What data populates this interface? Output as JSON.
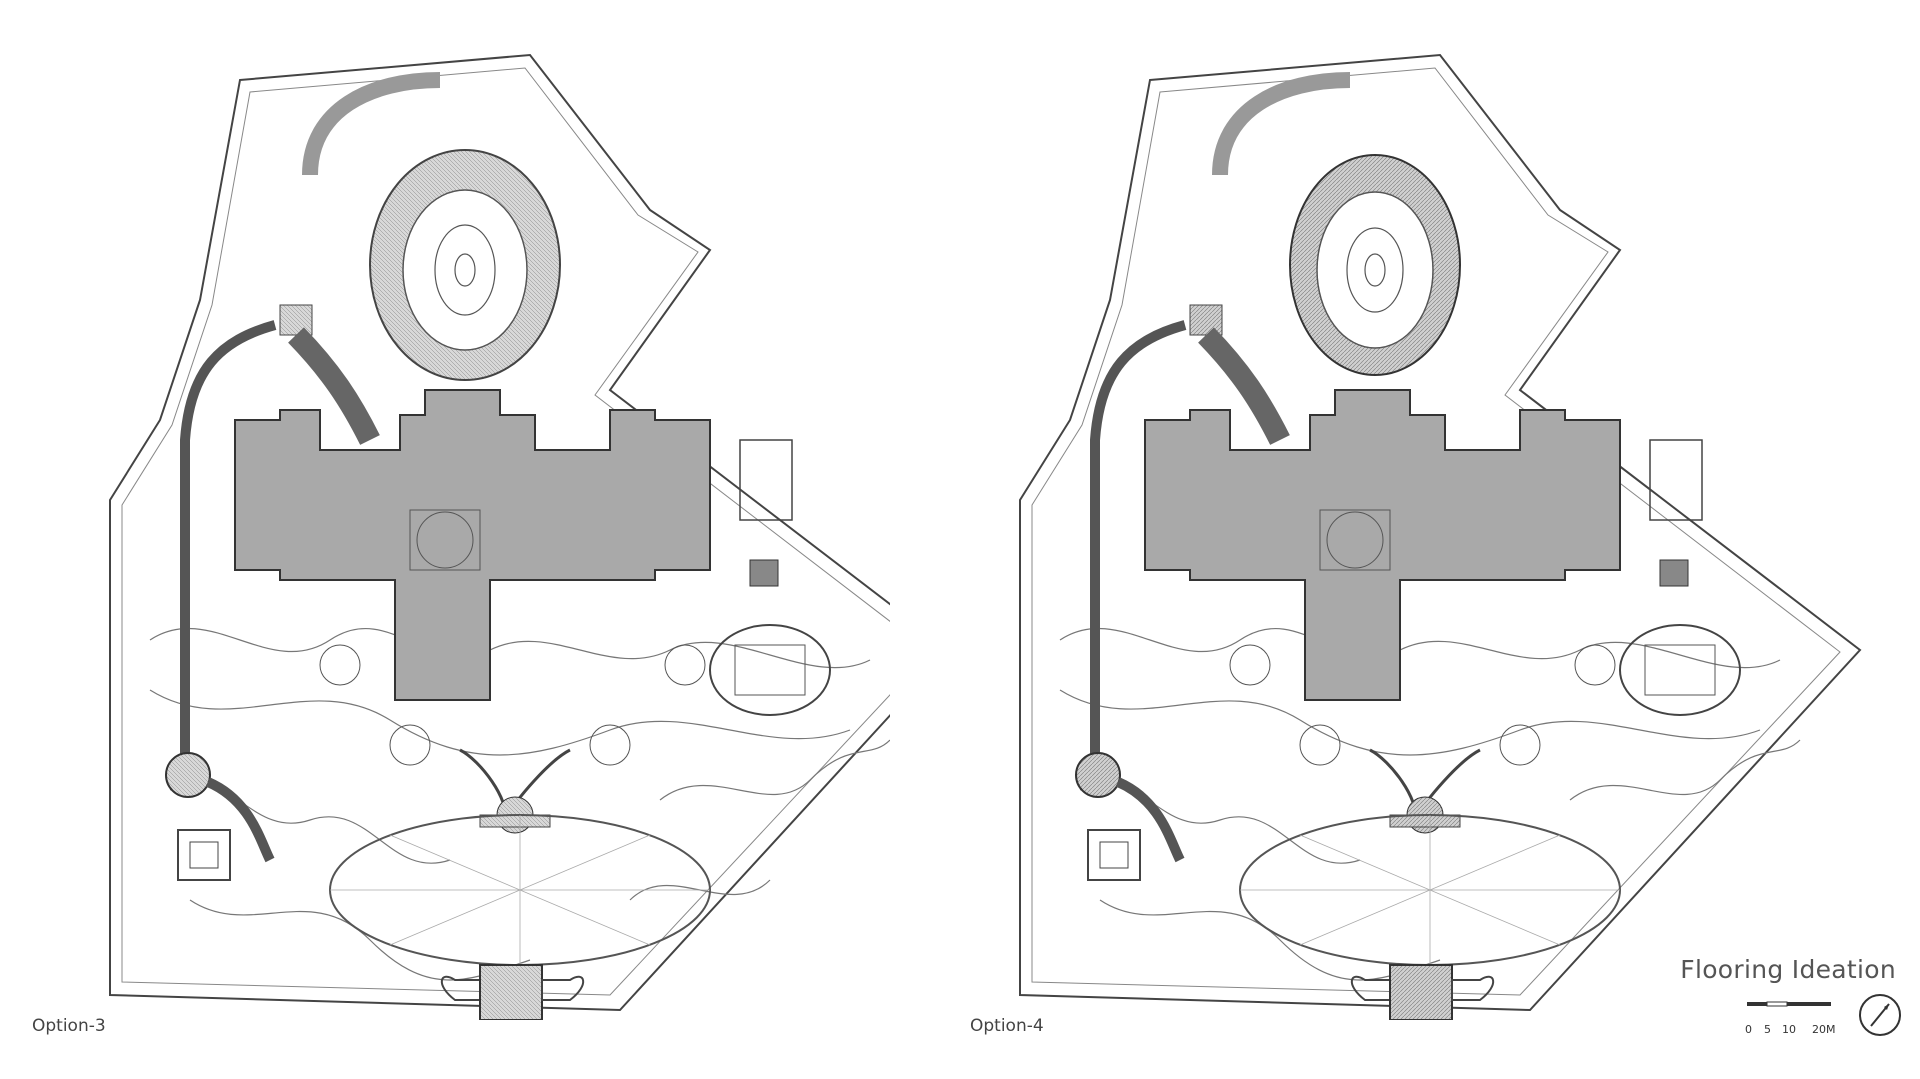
{
  "title": "Flooring Ideation",
  "options": [
    {
      "label": "Option-3"
    },
    {
      "label": "Option-4"
    }
  ],
  "scale_bar": {
    "ticks": [
      "0",
      "5",
      "10",
      "20M"
    ]
  },
  "icons": {
    "north": "north-arrow-icon"
  },
  "colors": {
    "line": "#4a4a4a",
    "fill": "#a9a9a9",
    "hatch": "#6b6b6b"
  }
}
